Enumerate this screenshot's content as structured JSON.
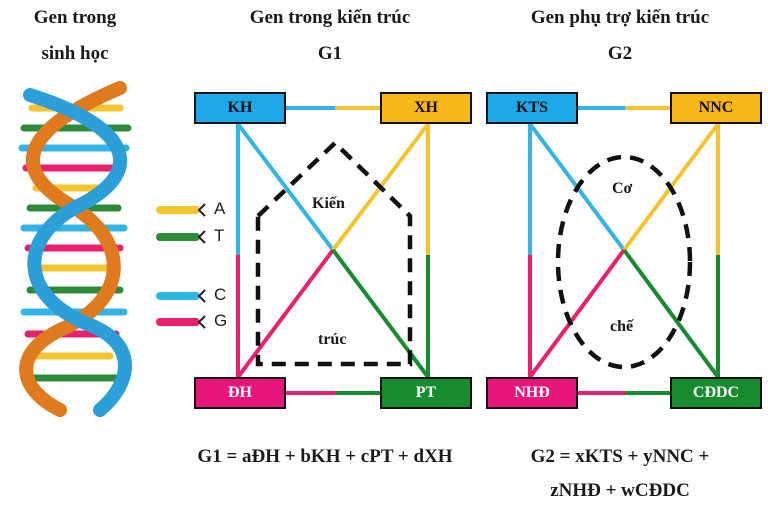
{
  "headings": {
    "left_line1": "Gen trong",
    "left_line2": "sinh học",
    "middle_line1": "Gen trong kiến trúc",
    "middle_line2": "G1",
    "right_line1": "Gen phụ trợ kiến trúc",
    "right_line2": "G2"
  },
  "legend": [
    {
      "label": "A",
      "color": "#f4c430"
    },
    {
      "label": "T",
      "color": "#2e8b3c"
    },
    {
      "label": "C",
      "color": "#34b4e4"
    },
    {
      "label": "G",
      "color": "#e8206e"
    }
  ],
  "g1": {
    "nodes": {
      "top_left": {
        "label": "KH",
        "color": "#1fa9ea"
      },
      "top_right": {
        "label": "XH",
        "color": "#f7b718"
      },
      "bottom_left": {
        "label": "ĐH",
        "color": "#e8157a"
      },
      "bottom_right": {
        "label": "PT",
        "color": "#178c2e"
      }
    },
    "shape_text_top": "Kiến",
    "shape_text_bottom": "trúc",
    "formula": "G1 = aĐH + bKH + cPT + dXH"
  },
  "g2": {
    "nodes": {
      "top_left": {
        "label": "KTS",
        "color": "#1fa9ea"
      },
      "top_right": {
        "label": "NNC",
        "color": "#f7b718"
      },
      "bottom_left": {
        "label": "NHĐ",
        "color": "#e8157a"
      },
      "bottom_right": {
        "label": "CĐDC",
        "color": "#178c2e"
      }
    },
    "shape_text_top": "Cơ",
    "shape_text_bottom": "chế",
    "formula_line1": "G2 = xKTS + yNNC +",
    "formula_line2": "zNHĐ + wCĐDC"
  }
}
